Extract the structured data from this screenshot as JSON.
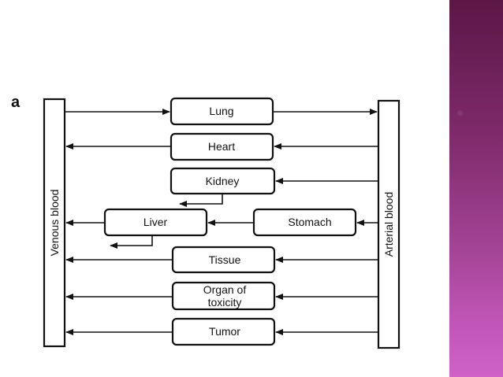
{
  "panel_letter": "a",
  "venous_label": "Venous blood",
  "arterial_label": "Arterial blood",
  "organs": {
    "lung": "Lung",
    "heart": "Heart",
    "kidney": "Kidney",
    "liver": "Liver",
    "stomach": "Stomach",
    "tissue": "Tissue",
    "organ_line1": "Organ of",
    "organ_line2": "toxicity",
    "tumor": "Tumor"
  },
  "colors": {
    "side_panel_top": "#5b1746",
    "side_panel_bottom": "#d062c6"
  }
}
